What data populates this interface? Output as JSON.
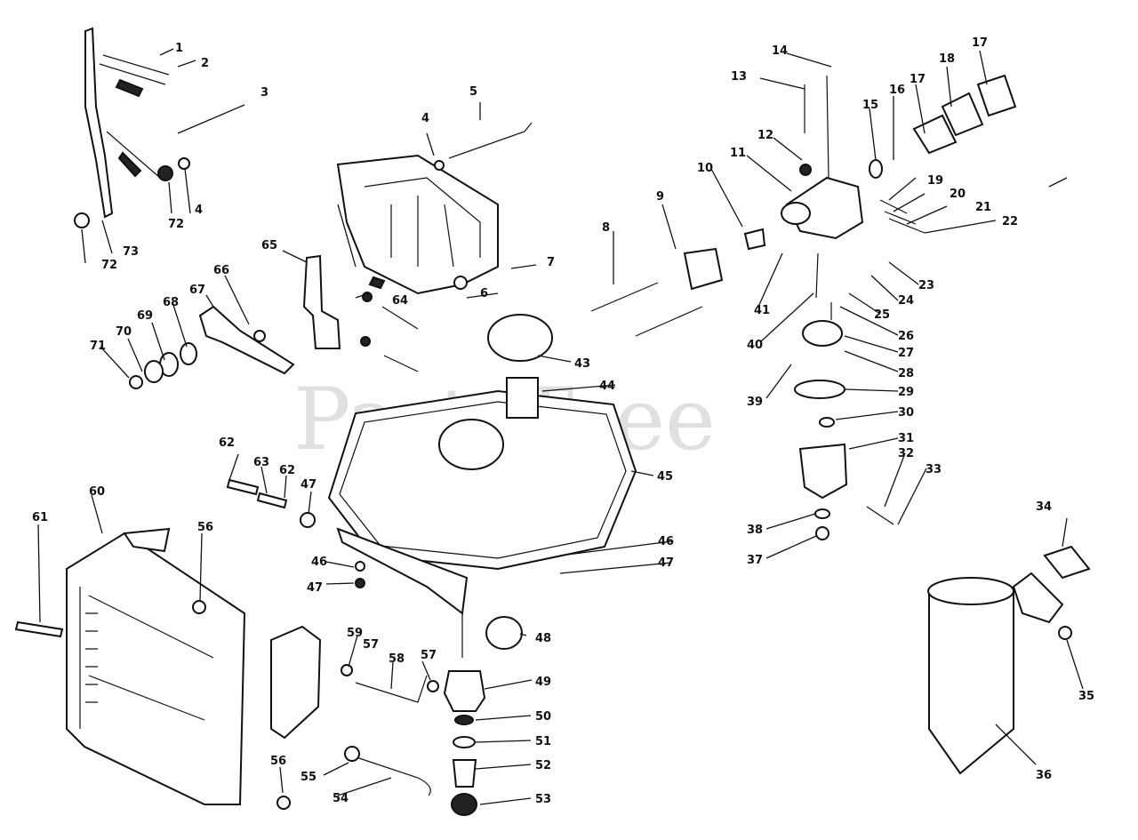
{
  "watermark": "PartsTree",
  "callouts": [
    "1",
    "2",
    "3",
    "4",
    "4",
    "5",
    "6",
    "7",
    "8",
    "9",
    "10",
    "11",
    "12",
    "13",
    "14",
    "15",
    "16",
    "17",
    "17",
    "18",
    "19",
    "20",
    "21",
    "22",
    "23",
    "24",
    "25",
    "26",
    "27",
    "28",
    "29",
    "30",
    "31",
    "32",
    "33",
    "34",
    "35",
    "36",
    "37",
    "38",
    "39",
    "40",
    "41",
    "43",
    "44",
    "45",
    "46",
    "46",
    "47",
    "47",
    "47",
    "48",
    "49",
    "50",
    "51",
    "52",
    "53",
    "54",
    "55",
    "56",
    "56",
    "57",
    "57",
    "58",
    "59",
    "60",
    "61",
    "62",
    "62",
    "63",
    "64",
    "65",
    "66",
    "67",
    "68",
    "69",
    "70",
    "71",
    "72",
    "72",
    "73"
  ]
}
